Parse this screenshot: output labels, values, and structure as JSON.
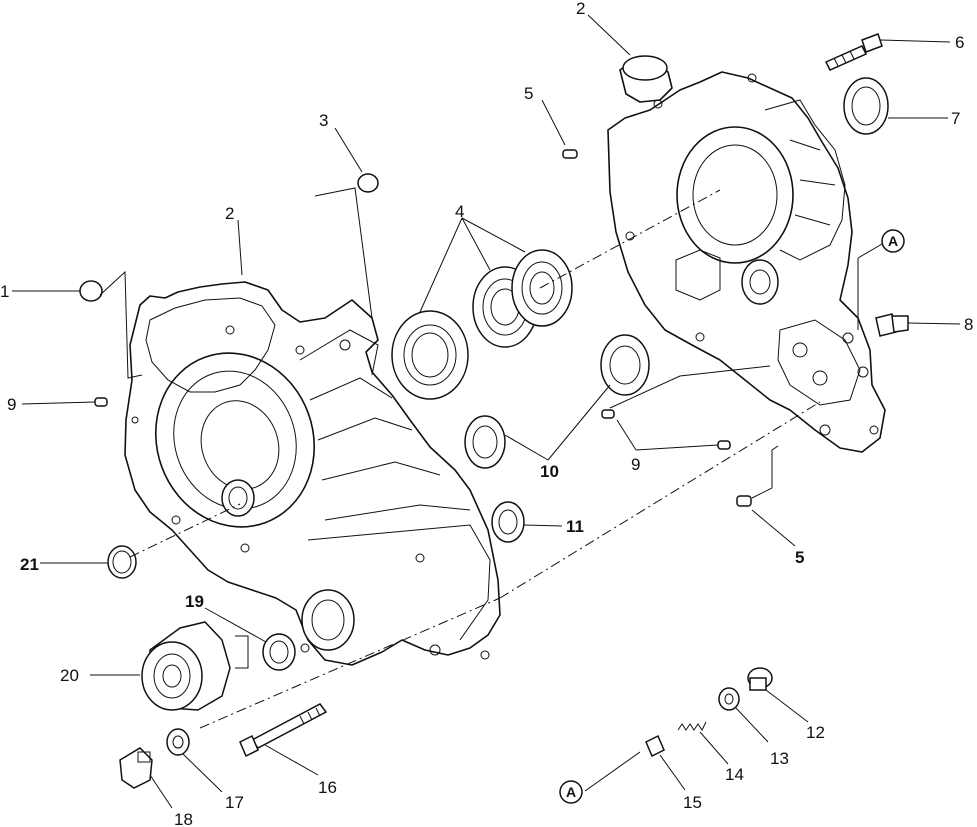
{
  "callouts": {
    "c1": "1",
    "c2a": "2",
    "c2b": "2",
    "c3": "3",
    "c4": "4",
    "c5a": "5",
    "c5b": "5",
    "c6": "6",
    "c7": "7",
    "c8": "8",
    "c9a": "9",
    "c9b": "9",
    "c10": "10",
    "c11": "11",
    "c12": "12",
    "c13": "13",
    "c14": "14",
    "c15": "15",
    "c16": "16",
    "c17": "17",
    "c18": "18",
    "c19": "19",
    "c20": "20",
    "c21": "21"
  },
  "reference_marks": {
    "a_top": "A",
    "a_bottom": "A"
  }
}
